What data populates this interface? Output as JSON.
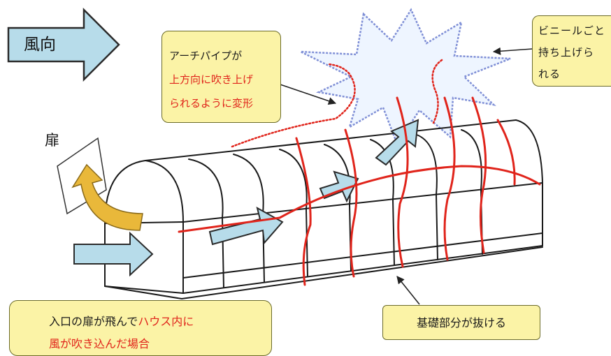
{
  "labels": {
    "wind_direction": "風向",
    "door": "扉"
  },
  "callouts": {
    "arch_pipe": {
      "line1": "アーチパイプが",
      "line2": "上方向に吹き上げ",
      "line3": "られるように変形"
    },
    "vinyl": {
      "line1": "ビニールごと",
      "line2": "持ち上げら",
      "line3": "れる"
    },
    "foundation": {
      "text": "基礎部分が抜ける"
    },
    "entrance": {
      "line1_black": "入口の扉が飛んで",
      "line1_red": "ハウス内に",
      "line2_red": "風が吹き込んだ場合"
    }
  },
  "colors": {
    "callout_fill": "#fbf3a6",
    "highlight_text": "#e0241b",
    "arrow_fill": "#b7dcea",
    "deformed_pipe": "#e0241b",
    "door_swing_arrow": "#e9b83a",
    "burst_outline": "#7f8fd6"
  },
  "icons": {
    "wind_arrow": "right-arrow-icon",
    "burst": "explosion-burst-icon",
    "door_swing": "curved-arrow-icon"
  }
}
